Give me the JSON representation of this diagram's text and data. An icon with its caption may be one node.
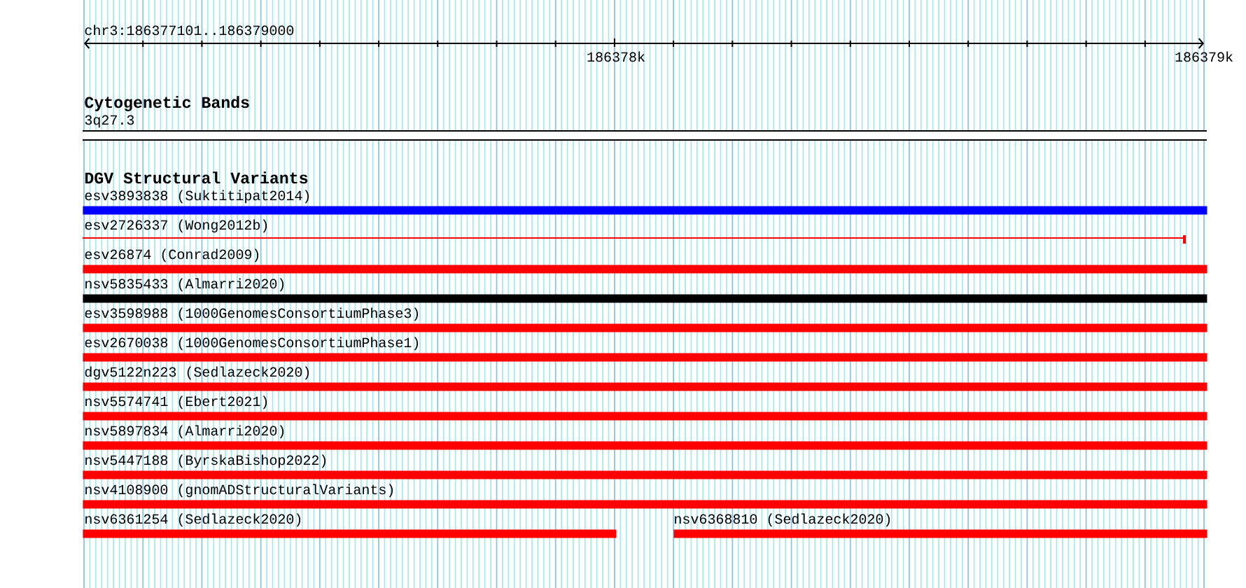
{
  "diagram": {
    "nodes": [
      {
        "text": [
          "3q27.3"
        ]
      },
      {
        "text": [
          "esv3893838 (Suktitipat2014)"
        ]
      },
      {
        "text": [
          "esv2726337 (Wong2012b)"
        ]
      },
      {
        "text": [
          "esv26874 (Conrad2009)"
        ]
      },
      {
        "text": [
          "nsv5835433 (Almarri2020)"
        ]
      },
      {
        "text": [
          "esv3598988 (1000GenomesConsortiumPhase3)"
        ]
      },
      {
        "text": [
          "esv2670038 (1000GenomesConsortiumPhase1)"
        ]
      },
      {
        "text": [
          "dgv5122n223 (Sedlazeck2020)"
        ]
      },
      {
        "text": [
          "nsv5574741 (Ebert2021)"
        ]
      },
      {
        "text": [
          "nsv5897834 (Almarri2020)"
        ]
      },
      {
        "text": [
          "nsv5447188 (ByrskaBishop2022)"
        ]
      },
      {
        "text": [
          "nsv4108900 (gnomADStructuralVariants)"
        ]
      },
      {
        "text": [
          "nsv6361254 (Sedlazeck2020)"
        ]
      },
      {
        "text": [
          "nsv6368810 (Sedlazeck2020)"
        ]
      }
    ],
    "labels": [
      "chr3:186377101..186379000",
      "186378k",
      "186379k",
      "Cytogenetic Bands",
      "DGV Structural Variants"
    ]
  }
}
